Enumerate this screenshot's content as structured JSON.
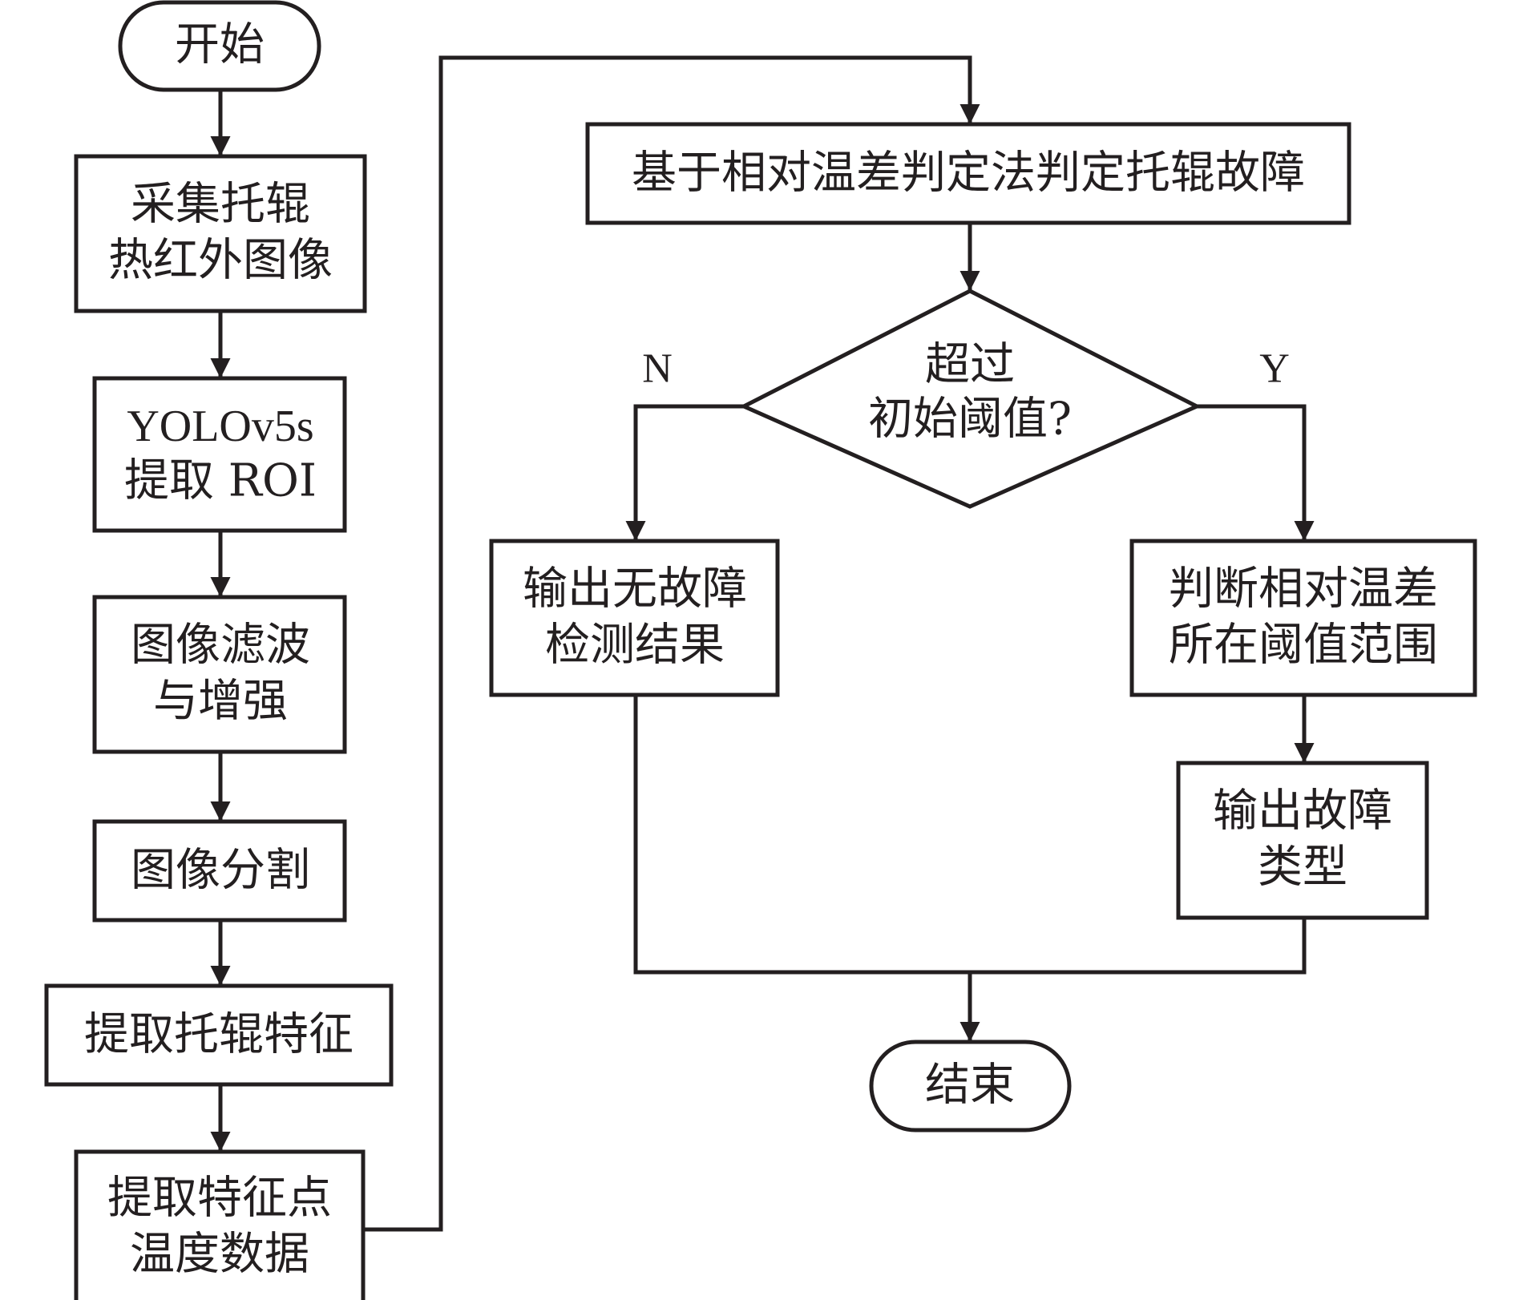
{
  "nodes": {
    "start": "开始",
    "capture_line1": "采集托辊",
    "capture_line2": "热红外图像",
    "yolo_line1": "YOLOv5s",
    "yolo_line2": "提取 ROI",
    "filter_line1": "图像滤波",
    "filter_line2": "与增强",
    "segment": "图像分割",
    "extract_features": "提取托辊特征",
    "temp_line1": "提取特征点",
    "temp_line2": "温度数据",
    "judge": "基于相对温差判定法判定托辊故障",
    "decision_line1": "超过",
    "decision_line2": "初始阈值?",
    "no_fault_line1": "输出无故障",
    "no_fault_line2": "检测结果",
    "range_line1": "判断相对温差",
    "range_line2": "所在阈值范围",
    "fault_type_line1": "输出故障",
    "fault_type_line2": "类型",
    "end": "结束"
  },
  "branches": {
    "no": "N",
    "yes": "Y"
  }
}
